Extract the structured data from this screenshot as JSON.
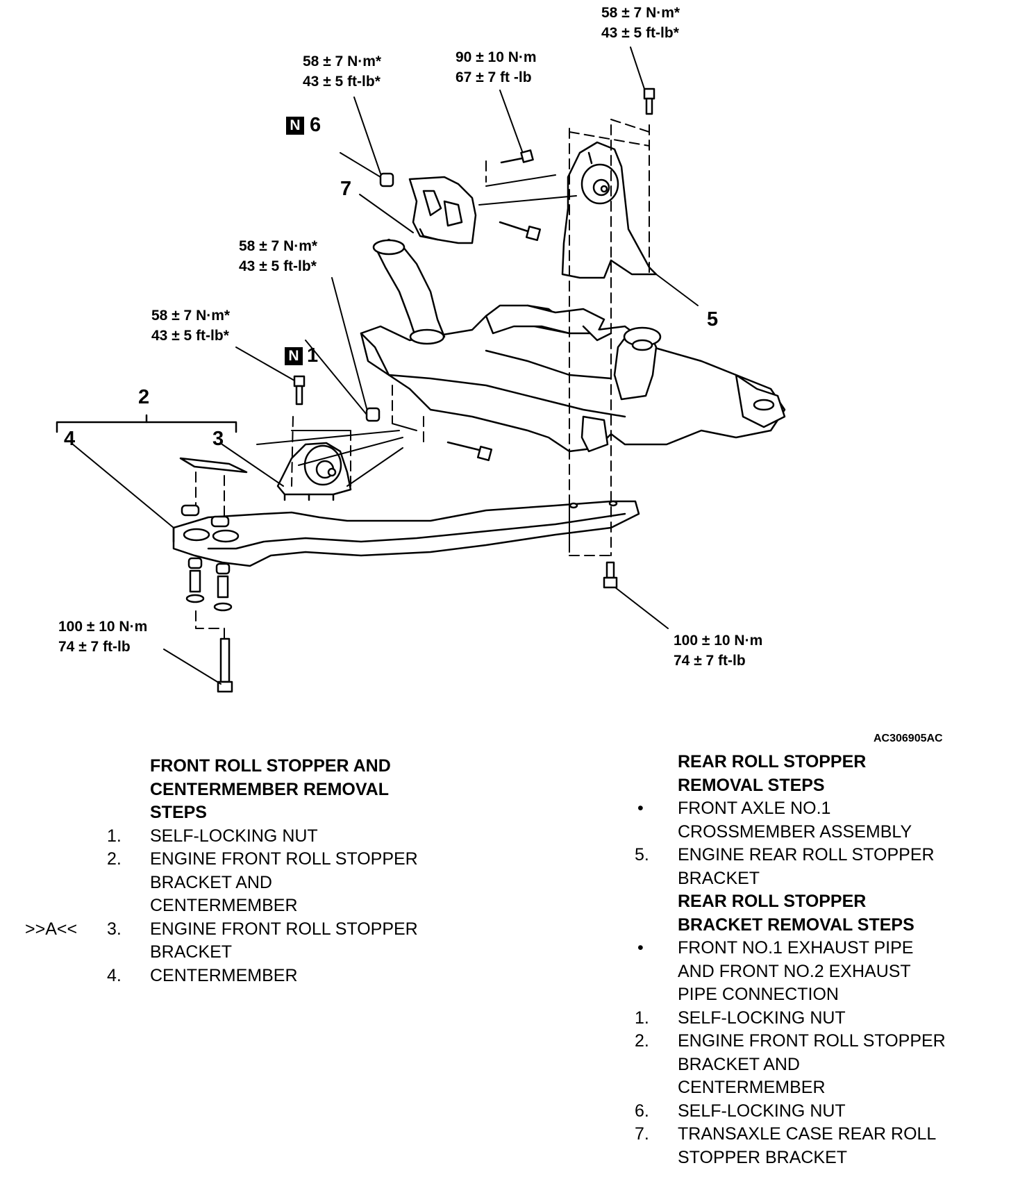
{
  "torque_labels": {
    "top_right": [
      "58 ± 7 N·m*",
      "43 ± 5 ft-lb*"
    ],
    "upper_left": [
      "58 ± 7 N·m*",
      "43 ± 5 ft-lb*"
    ],
    "upper_mid": [
      "90 ± 10 N·m",
      "67 ± 7 ft -lb"
    ],
    "mid_left_a": [
      "58 ± 7 N·m*",
      "43 ± 5 ft-lb*"
    ],
    "mid_left_b": [
      "58 ± 7 N·m*",
      "43 ± 5 ft-lb*"
    ],
    "bottom_left": [
      "100 ± 10 N·m",
      "74 ± 7 ft-lb"
    ],
    "bottom_right": [
      "100 ± 10 N·m",
      "74 ± 7 ft-lb"
    ]
  },
  "callouts": {
    "c1": "1",
    "c2": "2",
    "c3": "3",
    "c4": "4",
    "c5": "5",
    "c6": "6",
    "c7": "7",
    "n_badge": "N"
  },
  "figure_ref": "AC306905AC",
  "left_section": {
    "heading": [
      "FRONT ROLL STOPPER AND",
      "CENTERMEMBER REMOVAL",
      "STEPS"
    ],
    "items": [
      {
        "prefix": "",
        "num": "1.",
        "lines": [
          "SELF-LOCKING NUT"
        ]
      },
      {
        "prefix": "",
        "num": "2.",
        "lines": [
          "ENGINE FRONT ROLL STOPPER",
          "BRACKET AND",
          "CENTERMEMBER"
        ]
      },
      {
        "prefix": ">>A<<",
        "num": "3.",
        "lines": [
          "ENGINE FRONT ROLL STOPPER",
          "BRACKET"
        ]
      },
      {
        "prefix": "",
        "num": "4.",
        "lines": [
          "CENTERMEMBER"
        ]
      }
    ]
  },
  "right_section": {
    "heading1": [
      "REAR ROLL STOPPER",
      "REMOVAL STEPS"
    ],
    "items1": [
      {
        "num": "•",
        "lines": [
          "FRONT AXLE NO.1",
          "CROSSMEMBER ASSEMBLY"
        ]
      },
      {
        "num": "5.",
        "lines": [
          "ENGINE REAR ROLL STOPPER",
          "BRACKET"
        ]
      }
    ],
    "heading2": [
      "REAR ROLL STOPPER",
      "BRACKET REMOVAL STEPS"
    ],
    "items2": [
      {
        "num": "•",
        "lines": [
          "FRONT NO.1 EXHAUST PIPE",
          "AND FRONT NO.2 EXHAUST",
          "PIPE CONNECTION"
        ]
      },
      {
        "num": "1.",
        "lines": [
          "SELF-LOCKING NUT"
        ]
      },
      {
        "num": "2.",
        "lines": [
          "ENGINE FRONT ROLL STOPPER",
          "BRACKET AND",
          "CENTERMEMBER"
        ]
      },
      {
        "num": "6.",
        "lines": [
          "SELF-LOCKING NUT"
        ]
      },
      {
        "num": "7.",
        "lines": [
          "TRANSAXLE CASE REAR ROLL",
          "STOPPER BRACKET"
        ]
      }
    ]
  }
}
